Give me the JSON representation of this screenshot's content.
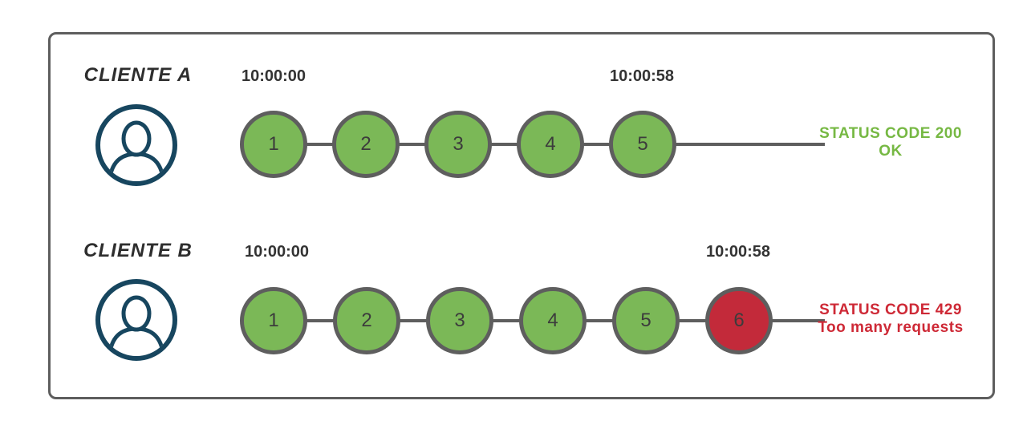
{
  "colors": {
    "frame_border": "#5e5e5e",
    "connector_line": "#5e5e5e",
    "circle_border": "#5e5e5e",
    "circle_green": "#7bb857",
    "circle_red": "#c32a3a",
    "status_green": "#76b843",
    "status_red": "#ce2936",
    "avatar_navy": "#17465f",
    "label_text": "#2e2e2e",
    "timestamp_text": "#333333",
    "circle_number": "#3c3c3c"
  },
  "rows": [
    {
      "client": "CLIENTE A",
      "start_time": "10:00:00",
      "end_time": "10:00:58",
      "requests": [
        {
          "label": "1",
          "status": "ok"
        },
        {
          "label": "2",
          "status": "ok"
        },
        {
          "label": "3",
          "status": "ok"
        },
        {
          "label": "4",
          "status": "ok"
        },
        {
          "label": "5",
          "status": "ok"
        }
      ],
      "status": {
        "code": "STATUS CODE 200",
        "message": "OK",
        "kind": "ok"
      }
    },
    {
      "client": "CLIENTE B",
      "start_time": "10:00:00",
      "end_time": "10:00:58",
      "requests": [
        {
          "label": "1",
          "status": "ok"
        },
        {
          "label": "2",
          "status": "ok"
        },
        {
          "label": "3",
          "status": "ok"
        },
        {
          "label": "4",
          "status": "ok"
        },
        {
          "label": "5",
          "status": "ok"
        },
        {
          "label": "6",
          "status": "error"
        }
      ],
      "status": {
        "code": "STATUS CODE 429",
        "message": "Too many requests",
        "kind": "error"
      }
    }
  ]
}
